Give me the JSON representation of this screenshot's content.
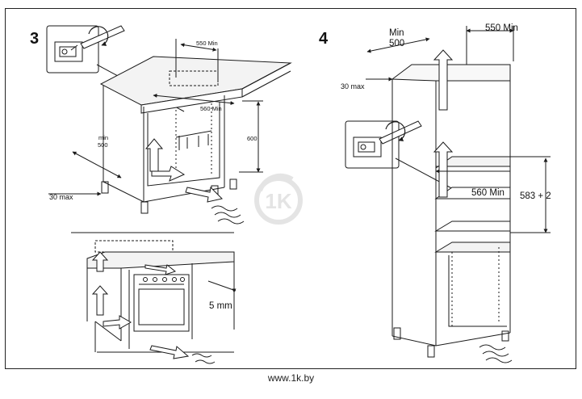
{
  "figure3": {
    "step": "3",
    "depth_label": "550 Min",
    "opening_label": "560 Min",
    "height_label": "600",
    "min_label_line1": "min",
    "min_label_line2": "500",
    "max_label": "30 max",
    "gap_label": "5 mm"
  },
  "figure4": {
    "step": "4",
    "min_label_line1": "Min",
    "min_label_line2": "500",
    "depth_label": "550 Min",
    "max_label": "30 max",
    "opening_label": "560 Min",
    "height_label": "583 + 2"
  },
  "watermark": {
    "url": "www.1k.by",
    "logo_text": "1K"
  },
  "colors": {
    "line": "#1a1a1a",
    "arrow_fill": "#ffffff",
    "watermark": "#d9d9d9"
  }
}
